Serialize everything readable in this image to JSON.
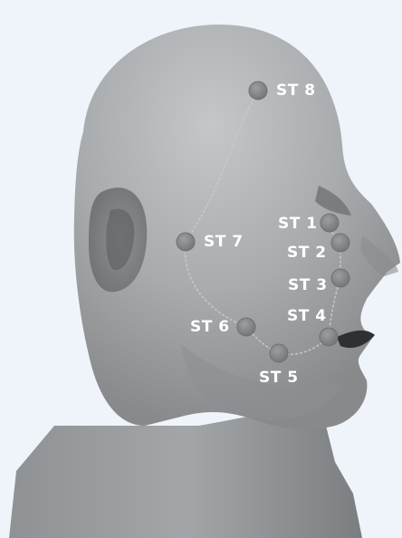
{
  "points": [
    {
      "id": "st8",
      "label": "ST 8"
    },
    {
      "id": "st1",
      "label": "ST 1"
    },
    {
      "id": "st7",
      "label": "ST 7"
    },
    {
      "id": "st2",
      "label": "ST 2"
    },
    {
      "id": "st3",
      "label": "ST 3"
    },
    {
      "id": "st4",
      "label": "ST 4"
    },
    {
      "id": "st6",
      "label": "ST 6"
    },
    {
      "id": "st5",
      "label": "ST 5"
    }
  ],
  "colors": {
    "background": "#eef4fa",
    "skin_light": "#b8bbbd",
    "skin_mid": "#9ea1a3",
    "skin_dark": "#7d8082",
    "point_fill": "#8a8c8e",
    "point_stroke": "#6e7072",
    "path_line": "#c8cacb",
    "label_text": "#ffffff"
  }
}
